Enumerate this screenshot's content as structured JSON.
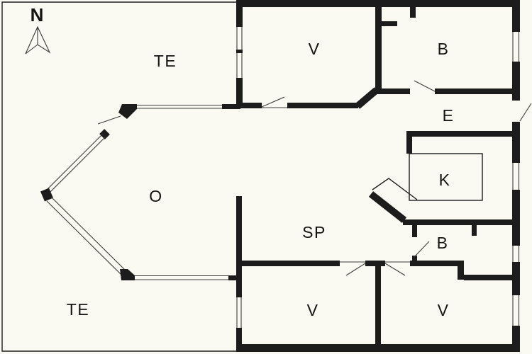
{
  "colors": {
    "background": "#FAFAF2",
    "wall": "#1C1C1C"
  },
  "compass": {
    "north_label": "N"
  },
  "room_labels": {
    "terrace_top": "TE",
    "bedroom_top": "V",
    "bathroom_top": "B",
    "entrance": "E",
    "kitchen": "K",
    "living_room": "O",
    "dining_area": "SP",
    "bathroom_bottom": "B",
    "terrace_bottom": "TE",
    "bedroom_bottom_center": "V",
    "bedroom_bottom_right": "V"
  }
}
